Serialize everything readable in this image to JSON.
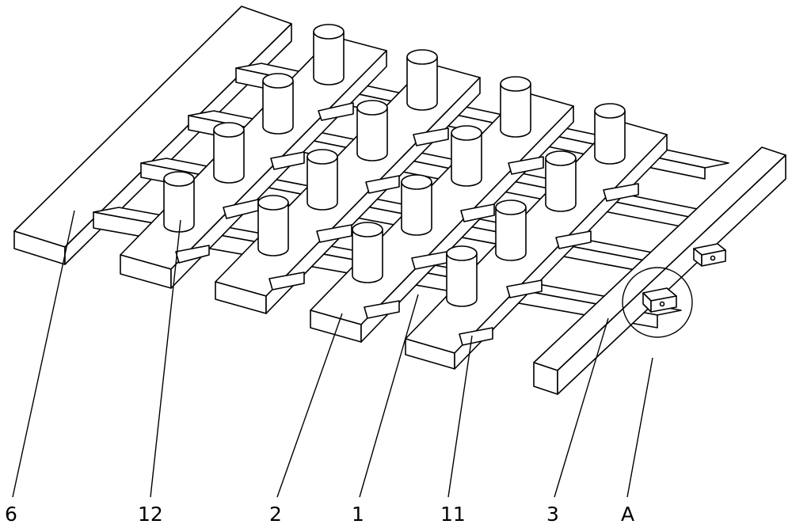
{
  "figure": {
    "labels": [
      {
        "id": "label-6",
        "text": "6"
      },
      {
        "id": "label-12",
        "text": "12"
      },
      {
        "id": "label-2",
        "text": "2"
      },
      {
        "id": "label-1",
        "text": "1"
      },
      {
        "id": "label-11",
        "text": "11"
      },
      {
        "id": "label-3",
        "text": "3"
      },
      {
        "id": "label-A",
        "text": "A"
      }
    ],
    "line_color": "#000000",
    "background": "#ffffff"
  }
}
